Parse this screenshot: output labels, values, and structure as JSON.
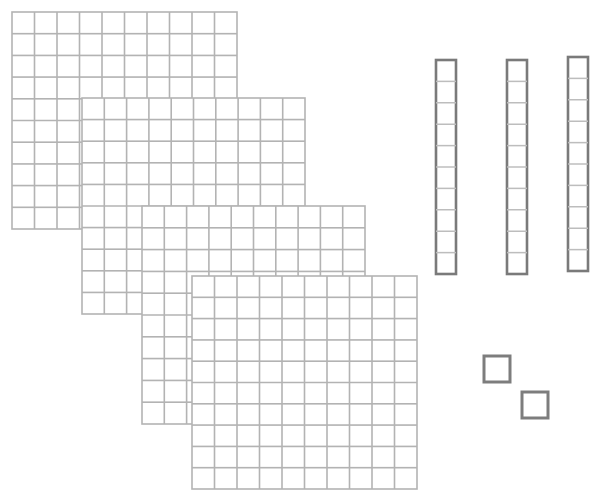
{
  "diagram": {
    "kind": "base-ten blocks",
    "hundreds_flats": {
      "count": 4,
      "grid": "10x10"
    },
    "tens_rods": {
      "count": 3,
      "cells_per_rod": 10
    },
    "ones_units": {
      "count": 2
    },
    "colors": {
      "background": "#ffffff",
      "grid_line": "#b3b3b3",
      "block_fill": "#ffffff",
      "rod_outline": "#7a7a7a",
      "rod_cell_line": "#bdbdbd",
      "unit_outline": "#7d7d7d"
    }
  }
}
